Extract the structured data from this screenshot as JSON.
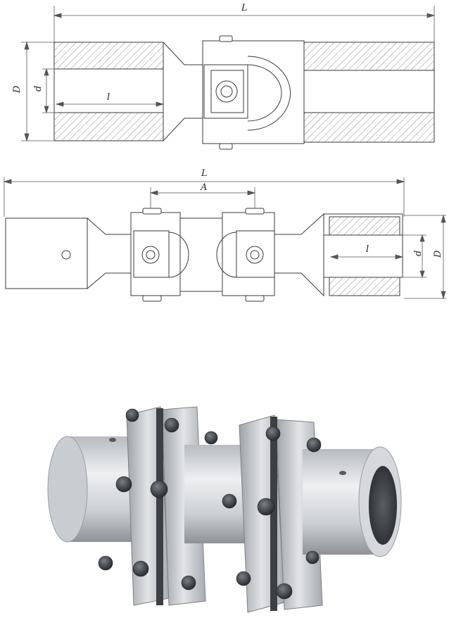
{
  "drawing_1": {
    "dim_L": "L",
    "dim_D": "D",
    "dim_d": "d",
    "dim_l": "l"
  },
  "drawing_2": {
    "dim_L": "L",
    "dim_A": "A",
    "dim_D": "D",
    "dim_d": "d",
    "dim_l": "l"
  },
  "colors": {
    "line": "#3a3a3a",
    "hatch": "#8a8a8a",
    "steel_light": "#e6e7e9",
    "steel_mid": "#b7babe",
    "steel_dark": "#5f6368",
    "bolt": "#4a4d52"
  }
}
